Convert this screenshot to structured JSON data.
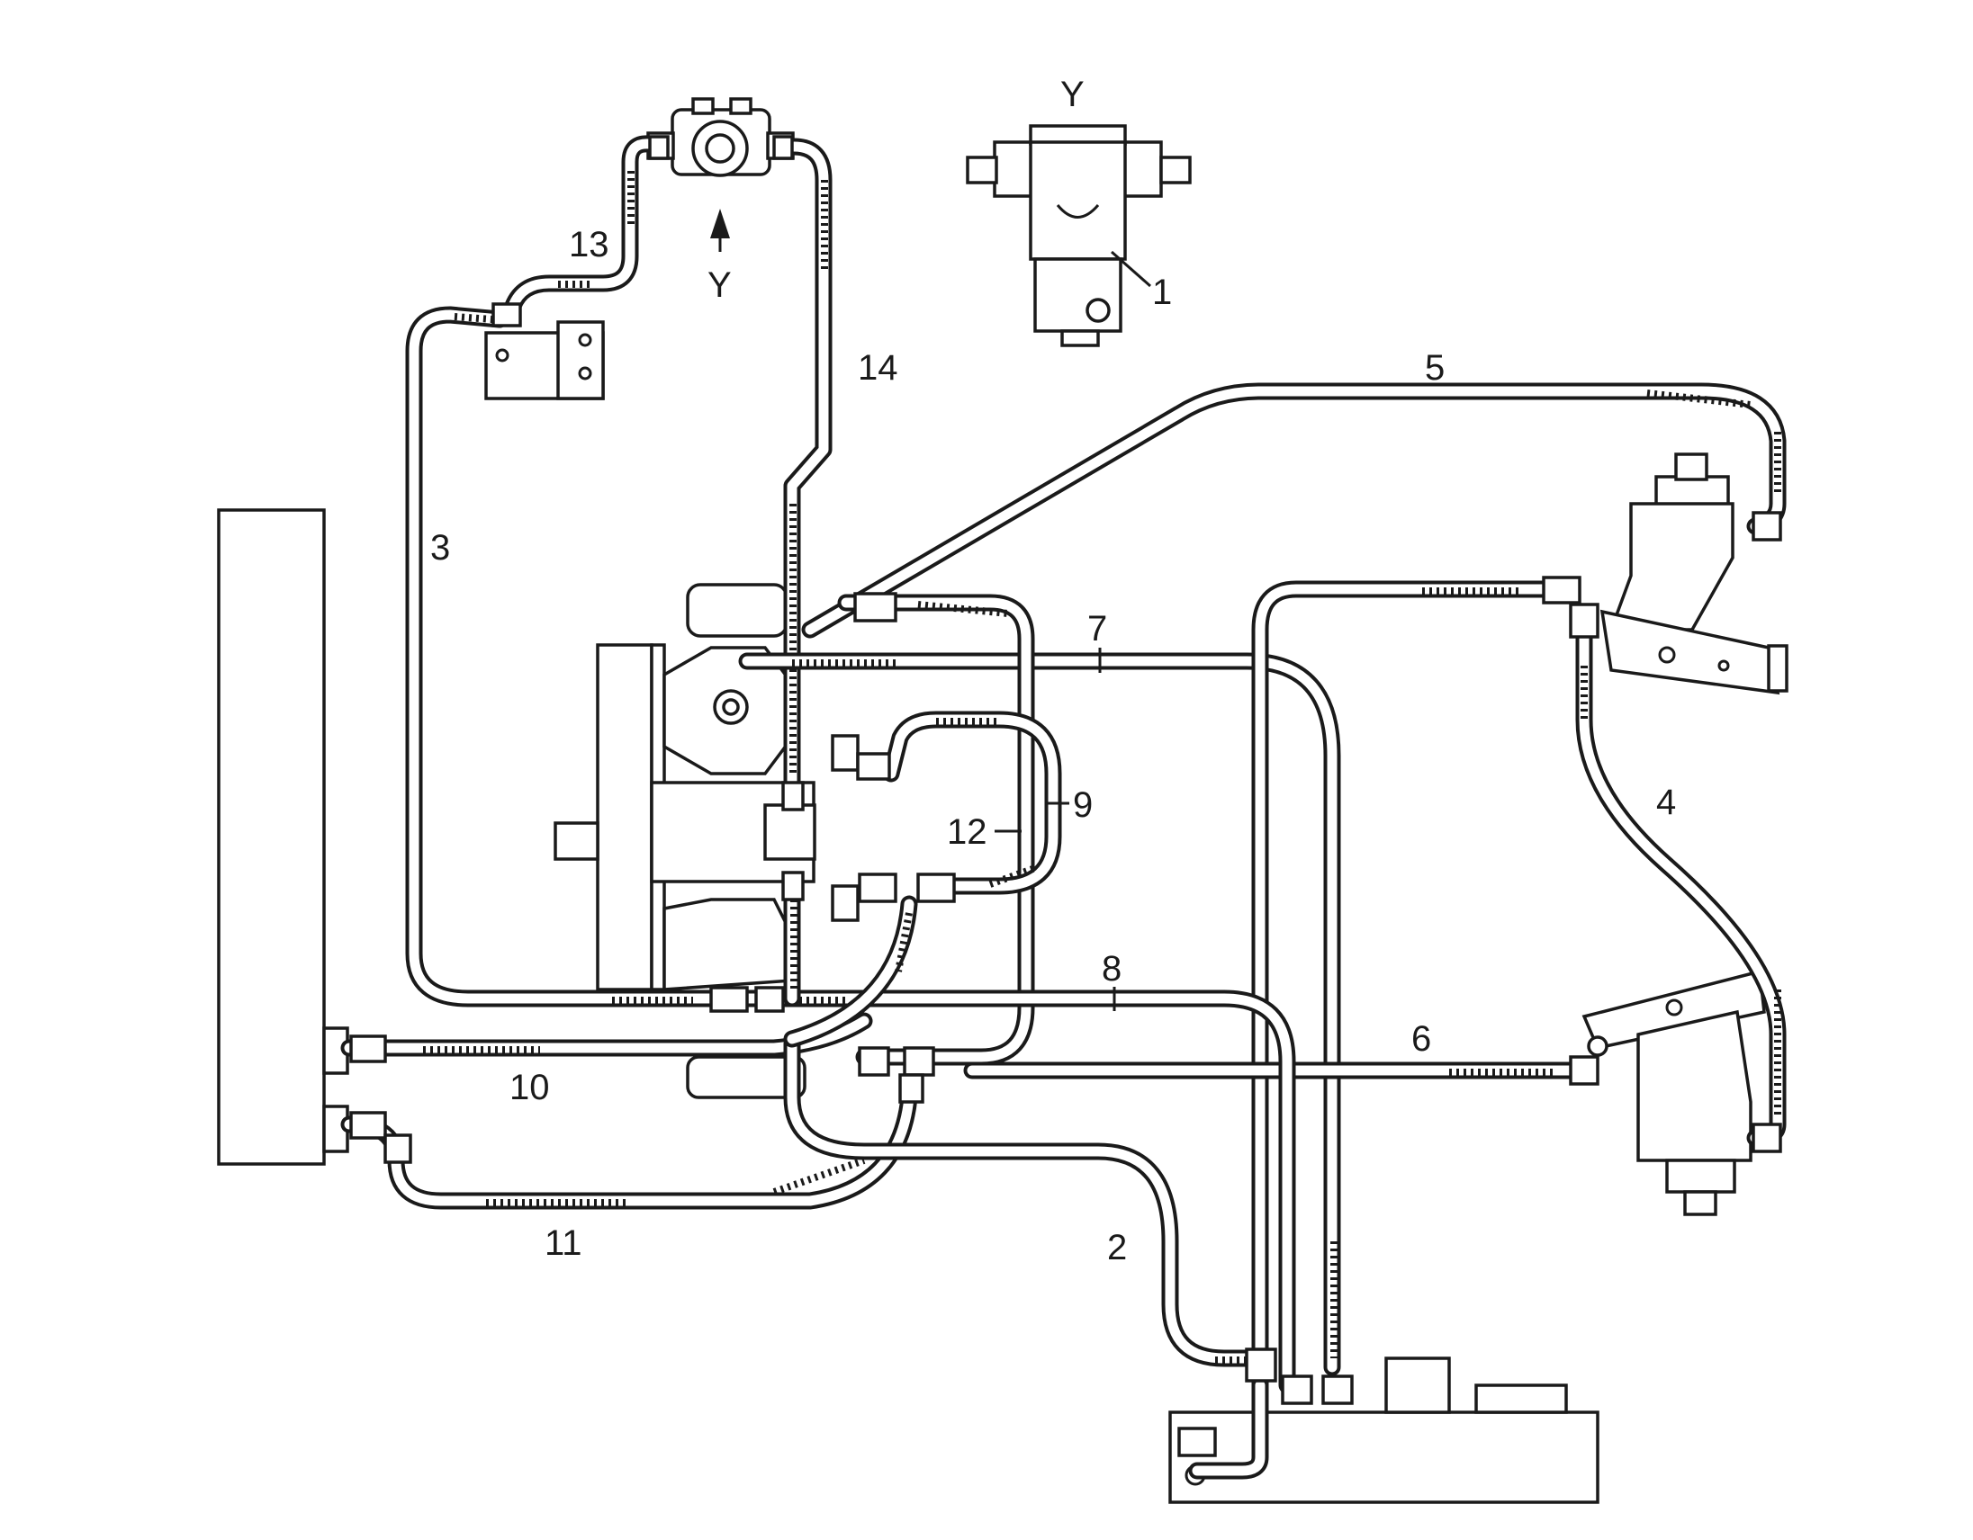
{
  "labels": {
    "line_1": "1",
    "line_2": "2",
    "line_3": "3",
    "line_4": "4",
    "line_5": "5",
    "line_6": "6",
    "line_7": "7",
    "line_8": "8",
    "line_9": "9",
    "line_10": "10",
    "line_11": "11",
    "line_12": "12",
    "line_13": "13",
    "line_14": "14",
    "view_y_arrow": "Y",
    "view_y_detail": "Y"
  }
}
